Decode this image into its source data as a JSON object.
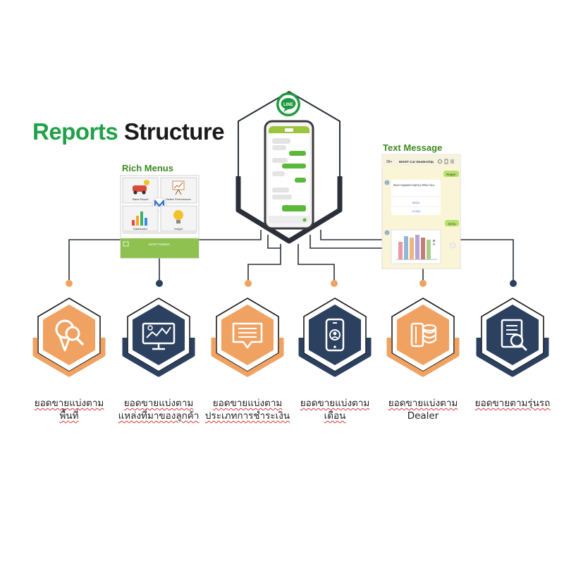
{
  "title": {
    "part1": "Reports",
    "part2": "Structure"
  },
  "line_logo": "LINE",
  "rich_menus": {
    "label": "Rich Menus",
    "tiles": [
      "Sales Report",
      "Dealer Performance",
      "",
      "Dashboard",
      "Insight"
    ],
    "footer": "MADT Dealers"
  },
  "text_message": {
    "label": "Text Message",
    "header_count": "99+",
    "header_name": "MADT Car Dealership",
    "bubble_right_1": "Region",
    "bubble_left_1": "ต้องการดูยอดขายทุกรุ่น หรือบางรุ่น",
    "option_1": "ทุกรุ่น",
    "option_2": "บางรุ่น",
    "bubble_right_2": "ทุกรุ่น"
  },
  "categories": [
    {
      "lines": [
        "ยอดขายแบ่งตาม",
        "พื้นที่"
      ],
      "color": "#f0a262",
      "icon": "location-search-icon"
    },
    {
      "lines": [
        "ยอดขายแบ่งตาม",
        "แหล่งที่มาของลูกค้า"
      ],
      "color": "#2c4060",
      "icon": "monitor-chart-icon"
    },
    {
      "lines": [
        "ยอดขายแบ่งตาม",
        "ประเภทการชำระเงิน"
      ],
      "color": "#f0a262",
      "icon": "chat-bubble-icon"
    },
    {
      "lines": [
        "ยอดขายแบ่งตาม",
        "เดือน"
      ],
      "color": "#2c4060",
      "icon": "phone-user-icon"
    },
    {
      "lines": [
        "ยอดขายแบ่งตาม",
        "Dealer"
      ],
      "color": "#f0a262",
      "icon": "coins-icon"
    },
    {
      "lines": [
        "ยอดขายตามรุ่นรถ"
      ],
      "color": "#2c4060",
      "icon": "document-search-icon"
    }
  ]
}
